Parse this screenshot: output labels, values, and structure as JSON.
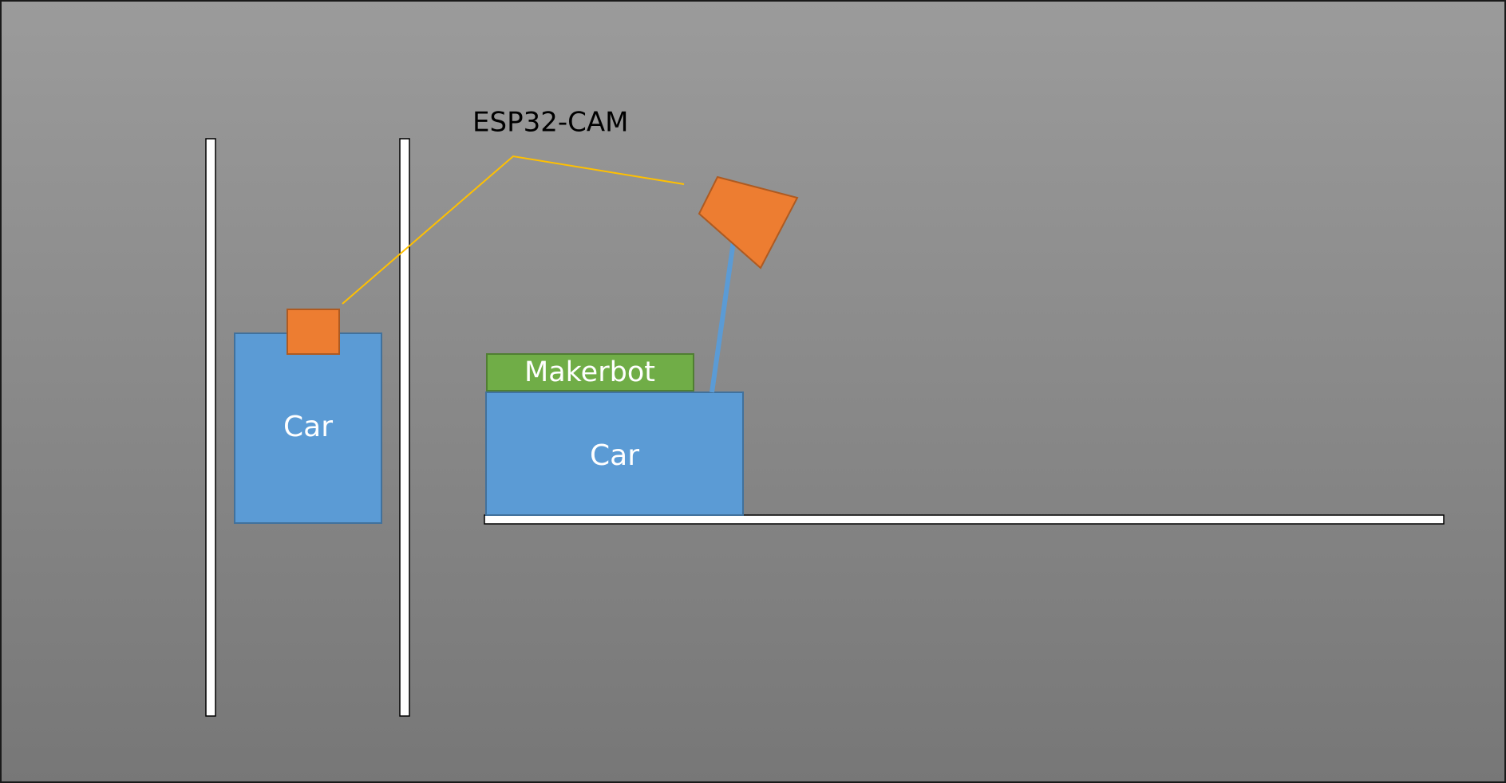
{
  "diagram": {
    "camera_label": "ESP32-CAM",
    "left_car_label": "Car",
    "right_car_label": "Car",
    "makerbot_label": "Makerbot"
  },
  "colors": {
    "background_top": "#9b9b9b",
    "background_bottom": "#777777",
    "car_fill": "#5b9bd5",
    "car_stroke": "#41719c",
    "camera_fill": "#ed7d31",
    "camera_stroke": "#ae5a21",
    "makerbot_fill": "#70ad47",
    "makerbot_stroke": "#507e32",
    "leader_line": "#ffc000",
    "rail_fill": "#ffffff",
    "rail_stroke": "#000000",
    "frame_stroke": "#1a1a1a"
  }
}
